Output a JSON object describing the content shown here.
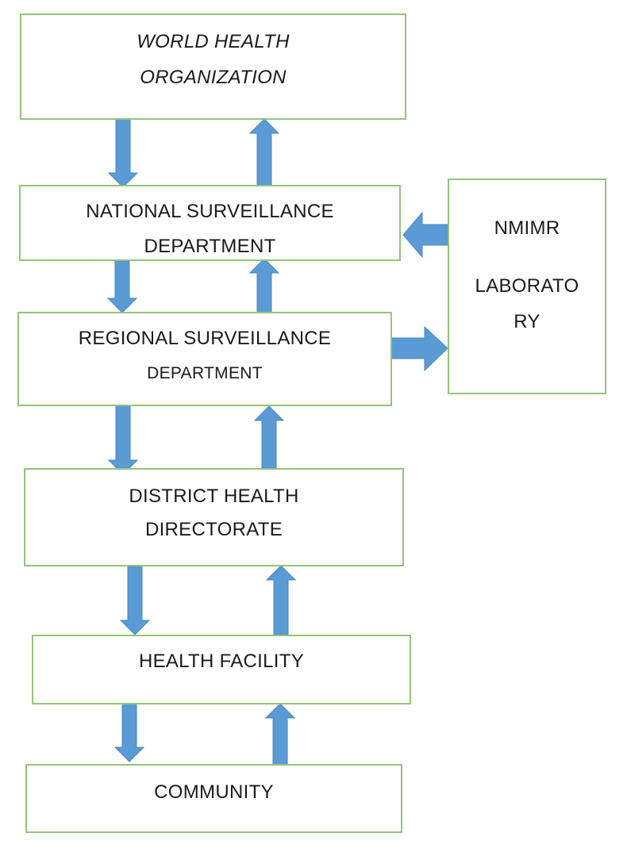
{
  "diagram": {
    "boxes": {
      "who": {
        "lines": [
          "WORLD HEALTH",
          "ORGANIZATION"
        ]
      },
      "national": {
        "lines": [
          "NATIONAL SURVEILLANCE",
          "DEPARTMENT"
        ]
      },
      "regional": {
        "lines": [
          "REGIONAL SURVEILLANCE",
          "DEPARTMENT"
        ]
      },
      "district": {
        "lines": [
          "DISTRICT HEALTH",
          "DIRECTORATE"
        ]
      },
      "facility": {
        "lines": [
          "HEALTH FACILITY"
        ]
      },
      "community": {
        "lines": [
          "COMMUNITY"
        ]
      },
      "nmimr": {
        "lines": [
          "NMIMR",
          "LABORATO",
          "RY"
        ]
      }
    },
    "colors": {
      "box_border": "#93c47d",
      "arrow_fill": "#5b9bd5",
      "text": "#1a1a1a"
    }
  }
}
